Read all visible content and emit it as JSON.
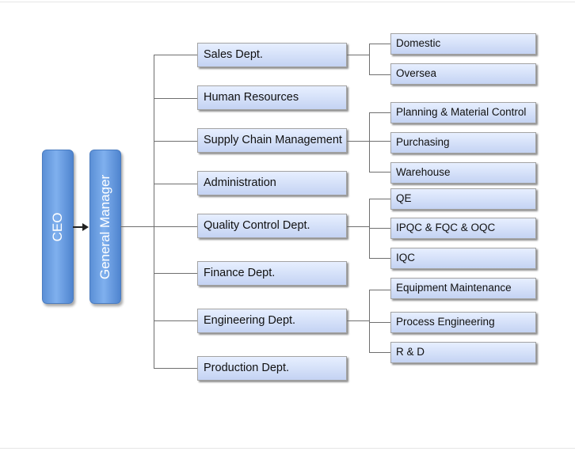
{
  "chart": {
    "ceo": "CEO",
    "general_manager": "General Manager",
    "departments": [
      {
        "label": "Sales Dept."
      },
      {
        "label": "Human Resources"
      },
      {
        "label": "Supply Chain Management"
      },
      {
        "label": "Administration"
      },
      {
        "label": "Quality Control Dept."
      },
      {
        "label": "Finance Dept."
      },
      {
        "label": "Engineering Dept."
      },
      {
        "label": "Production Dept."
      }
    ],
    "sales_units": [
      "Domestic",
      "Oversea"
    ],
    "supply_chain_units": [
      "Planning & Material Control",
      "Purchasing",
      "Warehouse"
    ],
    "quality_units": [
      "QE",
      "IPQC & FQC & OQC",
      "IQC"
    ],
    "engineering_units": [
      "Equipment Maintenance",
      "Process Engineering",
      "R & D"
    ],
    "colors": {
      "executive_box": "#5b8fd6",
      "unit_box": "#c4d3f3",
      "connector": "#6f6f6f"
    }
  }
}
